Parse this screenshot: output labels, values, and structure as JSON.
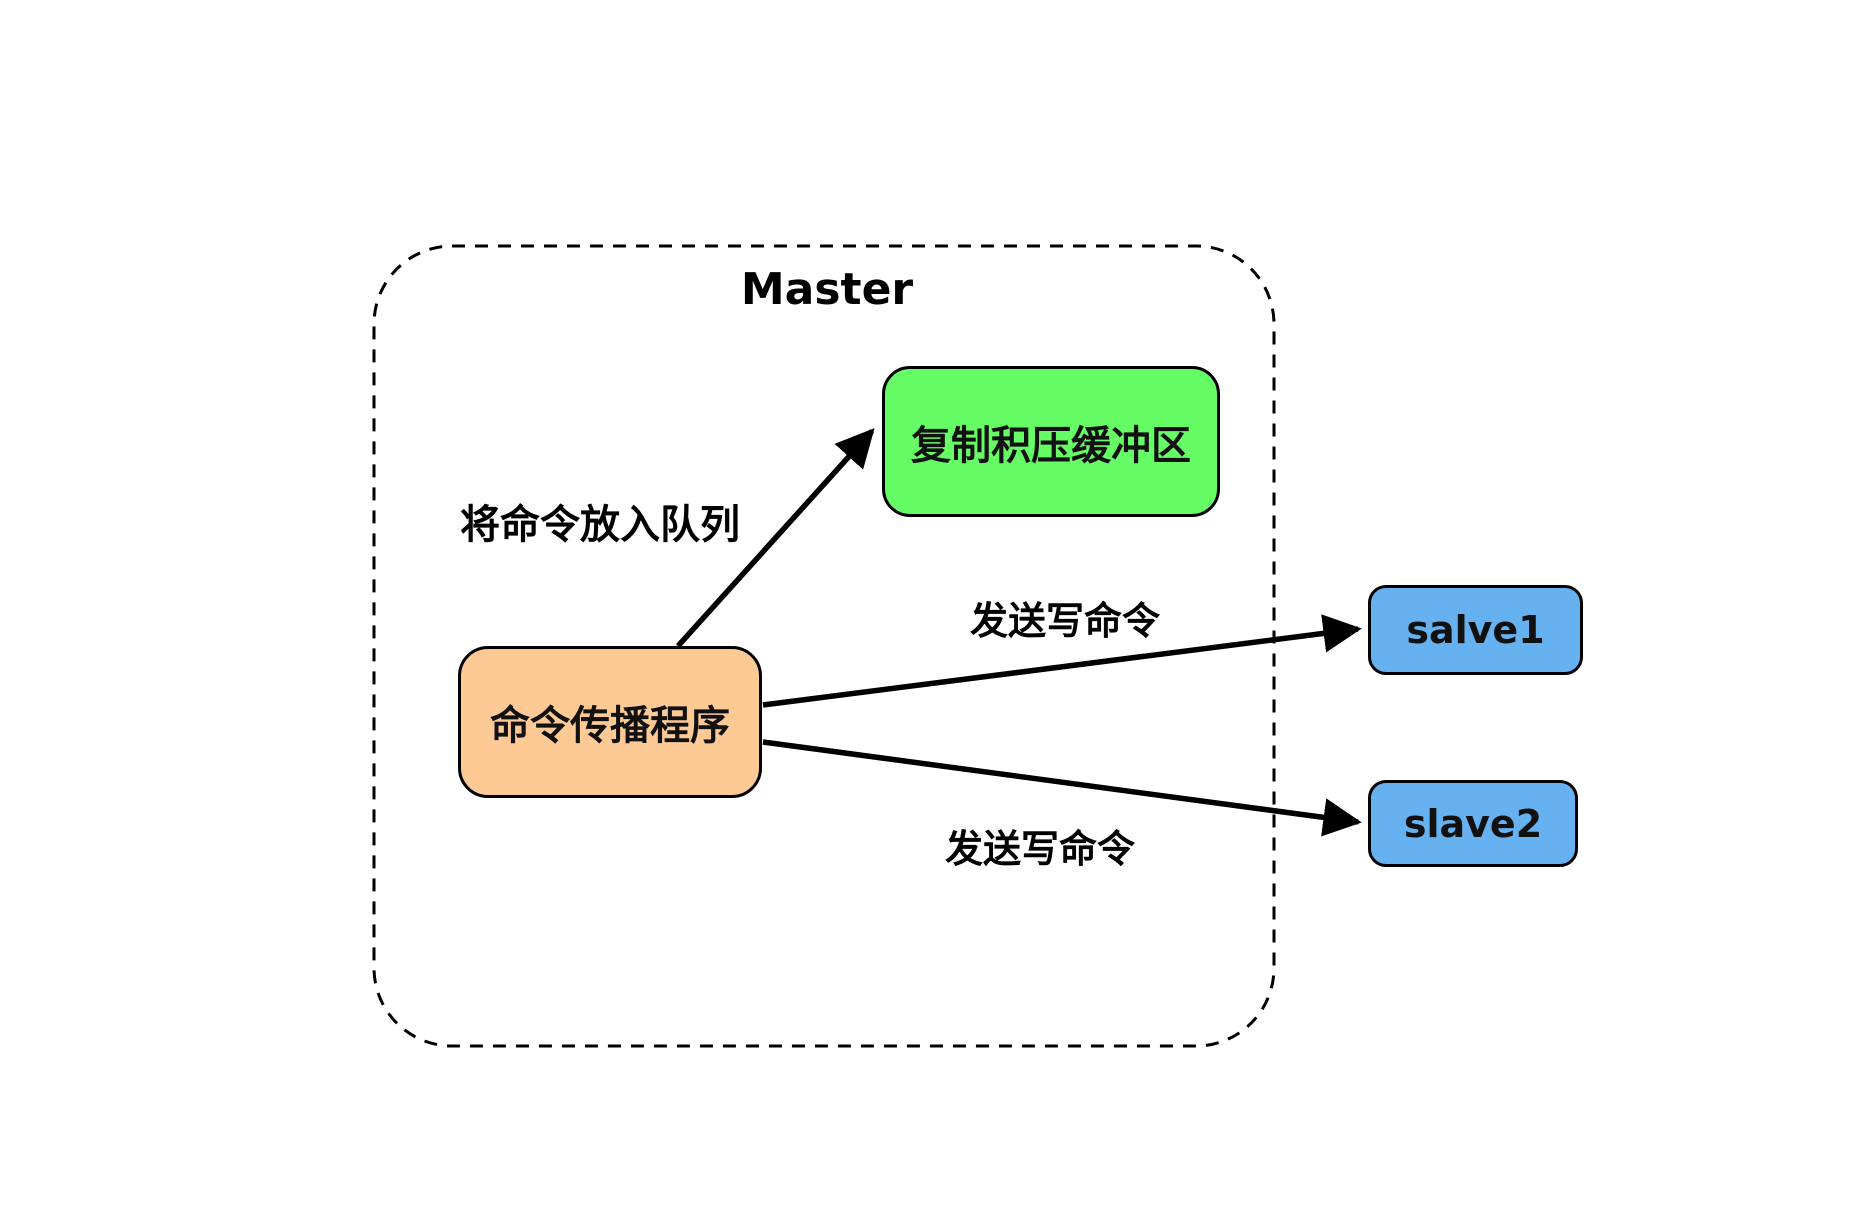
{
  "diagram": {
    "title": "Master replication command propagation diagram",
    "master_group": {
      "label": "Master"
    },
    "nodes": [
      {
        "id": "buffer",
        "label": "复制积压缓冲区",
        "color_key": "green"
      },
      {
        "id": "propagator",
        "label": "命令传播程序",
        "color_key": "orange"
      },
      {
        "id": "salve1",
        "label": "salve1",
        "color_key": "blue"
      },
      {
        "id": "slave2",
        "label": "slave2",
        "color_key": "blue"
      }
    ],
    "edges": [
      {
        "from": "propagator",
        "to": "buffer",
        "label": "将命令放入队列"
      },
      {
        "from": "propagator",
        "to": "salve1",
        "label": "发送写命令"
      },
      {
        "from": "propagator",
        "to": "slave2",
        "label": "发送写命令"
      }
    ]
  },
  "colors": {
    "green": "#66FC66",
    "orange": "#FDCA96",
    "blue": "#66B2F0",
    "line": "#000000",
    "bg": "#FFFFFF"
  }
}
